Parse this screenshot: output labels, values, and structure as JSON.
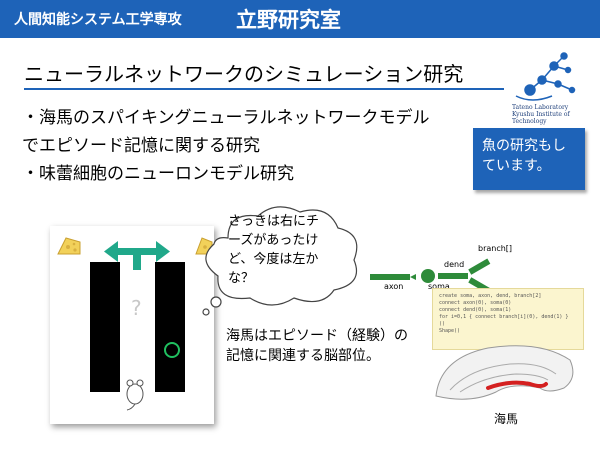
{
  "header": {
    "department": "人間知能システム工学専攻",
    "lab_name": "立野研究室",
    "background": "#1e63b8"
  },
  "title": "ニューラルネットワークのシミュレーション研究",
  "logo": {
    "text_line1": "Tateno Laboratory",
    "text_line2": "Kyushu Institute of Technology"
  },
  "bullets": [
    "・海馬のスパイキングニューラルネットワークモデル",
    "でエピソード記憶に関する研究",
    "・味蕾細胞のニューロンモデル研究"
  ],
  "callout": {
    "line1": "魚の研究もし",
    "line2": "ています。"
  },
  "thought": {
    "line1": "さっきは右にチ",
    "line2": "ーズがあったけ",
    "line3": "ど、今度は左か",
    "line4": "な？"
  },
  "maze": {
    "question_mark": "?"
  },
  "neuron_model": {
    "label_axon": "axon",
    "label_soma": "soma",
    "label_dend": "dend",
    "label_branch": "branch[]"
  },
  "code_lines": [
    "create soma, axon, dend, branch[2]",
    "connect axon(0), soma(0)",
    "connect dend(0), soma(1)",
    "",
    "for i=0,1 { connect branch[i](0), dend(1) }",
    "",
    "()",
    "",
    "Shape()"
  ],
  "description": {
    "line1": "海馬はエピソード（経験）の",
    "line2": "記憶に関連する脳部位。"
  },
  "brain_label": "海馬",
  "colors": {
    "accent_blue": "#1e63b8",
    "arrow_teal": "#20a88a",
    "cheese": "#f2d15a",
    "hippocampus_red": "#d42020",
    "model_green": "#2e8b3a"
  }
}
